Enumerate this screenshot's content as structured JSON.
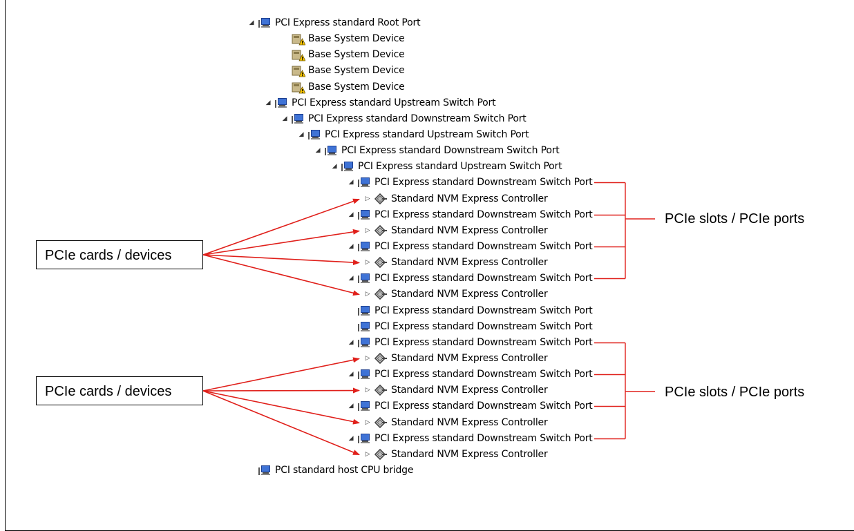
{
  "tree": {
    "rows": [
      {
        "label": "PCI Express standard Root Port",
        "icon": "pci-port-icon",
        "expander": "expanded"
      },
      {
        "label": "Base System Device",
        "icon": "warning-device-icon",
        "expander": "none"
      },
      {
        "label": "Base System Device",
        "icon": "warning-device-icon",
        "expander": "none"
      },
      {
        "label": "Base System Device",
        "icon": "warning-device-icon",
        "expander": "none"
      },
      {
        "label": "Base System Device",
        "icon": "warning-device-icon",
        "expander": "none"
      },
      {
        "label": "PCI Express standard Upstream Switch Port",
        "icon": "pci-port-icon",
        "expander": "expanded"
      },
      {
        "label": "PCI Express standard Downstream Switch Port",
        "icon": "pci-port-icon",
        "expander": "expanded"
      },
      {
        "label": "PCI Express standard Upstream Switch Port",
        "icon": "pci-port-icon",
        "expander": "expanded"
      },
      {
        "label": "PCI Express standard Downstream Switch Port",
        "icon": "pci-port-icon",
        "expander": "expanded"
      },
      {
        "label": "PCI Express standard Upstream Switch Port",
        "icon": "pci-port-icon",
        "expander": "expanded"
      },
      {
        "label": "PCI Express standard Downstream Switch Port",
        "icon": "pci-port-icon",
        "expander": "expanded"
      },
      {
        "label": "Standard NVM Express Controller",
        "icon": "nvme-controller-icon",
        "expander": "collapsed"
      },
      {
        "label": "PCI Express standard Downstream Switch Port",
        "icon": "pci-port-icon",
        "expander": "expanded"
      },
      {
        "label": "Standard NVM Express Controller",
        "icon": "nvme-controller-icon",
        "expander": "collapsed"
      },
      {
        "label": "PCI Express standard Downstream Switch Port",
        "icon": "pci-port-icon",
        "expander": "expanded"
      },
      {
        "label": "Standard NVM Express Controller",
        "icon": "nvme-controller-icon",
        "expander": "collapsed"
      },
      {
        "label": "PCI Express standard Downstream Switch Port",
        "icon": "pci-port-icon",
        "expander": "expanded"
      },
      {
        "label": "Standard NVM Express Controller",
        "icon": "nvme-controller-icon",
        "expander": "collapsed"
      },
      {
        "label": "PCI Express standard Downstream Switch Port",
        "icon": "pci-port-icon",
        "expander": "none"
      },
      {
        "label": "PCI Express standard Downstream Switch Port",
        "icon": "pci-port-icon",
        "expander": "none"
      },
      {
        "label": "PCI Express standard Downstream Switch Port",
        "icon": "pci-port-icon",
        "expander": "expanded"
      },
      {
        "label": "Standard NVM Express Controller",
        "icon": "nvme-controller-icon",
        "expander": "collapsed"
      },
      {
        "label": "PCI Express standard Downstream Switch Port",
        "icon": "pci-port-icon",
        "expander": "expanded"
      },
      {
        "label": "Standard NVM Express Controller",
        "icon": "nvme-controller-icon",
        "expander": "collapsed"
      },
      {
        "label": "PCI Express standard Downstream Switch Port",
        "icon": "pci-port-icon",
        "expander": "expanded"
      },
      {
        "label": "Standard NVM Express Controller",
        "icon": "nvme-controller-icon",
        "expander": "collapsed"
      },
      {
        "label": "PCI Express standard Downstream Switch Port",
        "icon": "pci-port-icon",
        "expander": "expanded"
      },
      {
        "label": "Standard NVM Express Controller",
        "icon": "nvme-controller-icon",
        "expander": "collapsed"
      },
      {
        "label": "PCI standard host CPU bridge",
        "icon": "pci-port-icon",
        "expander": "none"
      }
    ]
  },
  "annotations": {
    "devices_label_top": "PCIe cards / devices",
    "devices_label_bottom": "PCIe cards / devices",
    "slots_label_top": "PCIe slots /  PCIe ports",
    "slots_label_bottom": "PCIe slots /  PCIe ports",
    "arrow_color": "#e0201b",
    "bracket_color": "#e0201b"
  }
}
